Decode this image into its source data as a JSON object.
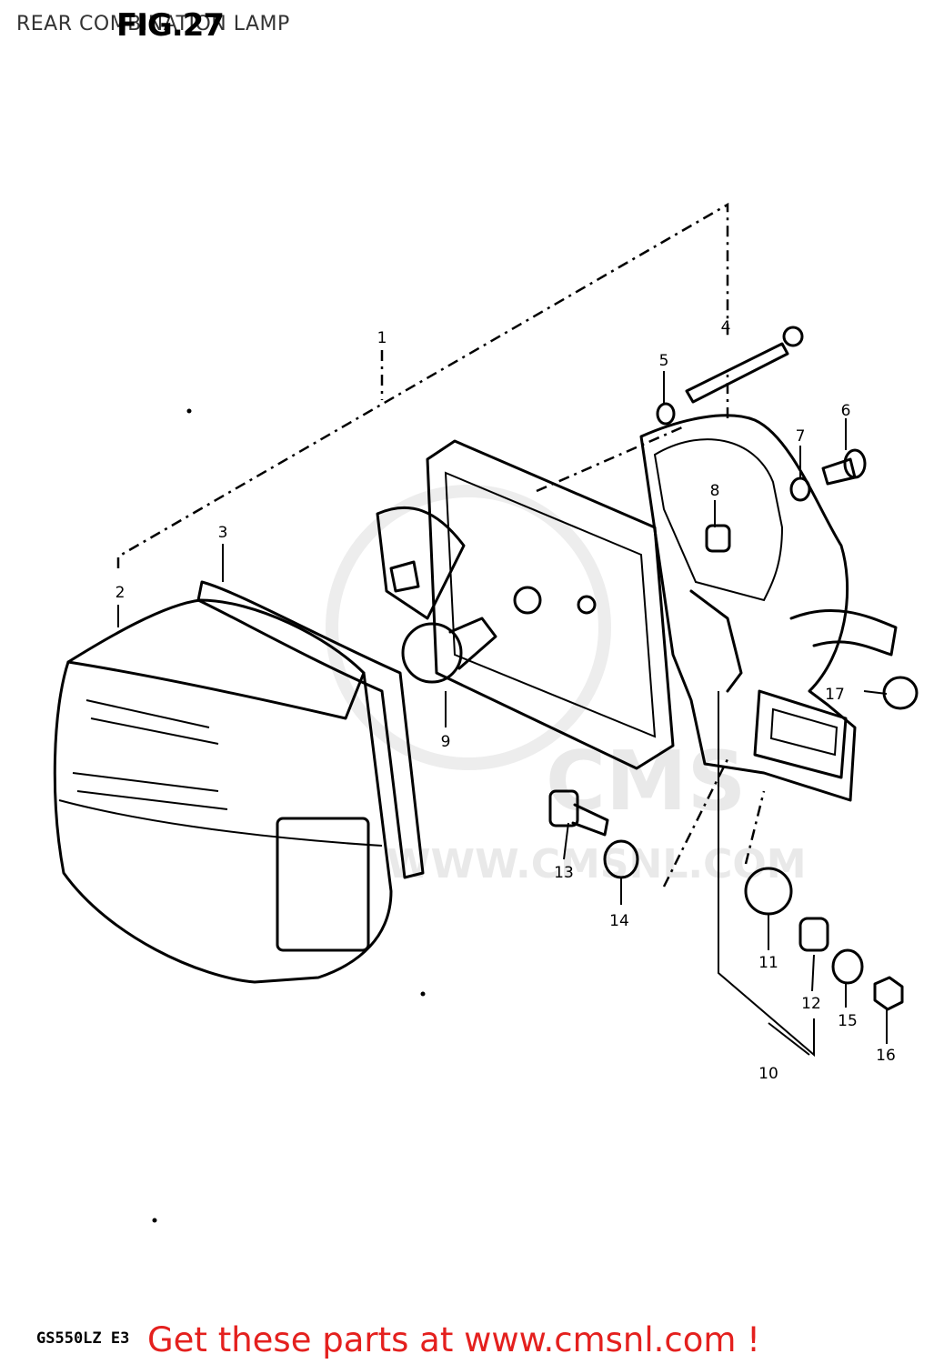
{
  "title": "REAR COMBINATION LAMP",
  "figure_label": "FIG.27",
  "model_code": "GS550LZ E3",
  "promo_text": "Get these parts at www.cmsnl.com !",
  "watermark": {
    "logo_text": "CMS",
    "url_text": "WWW.CMSNL.COM"
  },
  "colors": {
    "promo": "#e4201e",
    "ink": "#000000",
    "watermark": "#e9e9e9"
  },
  "parts": [
    {
      "number": "1"
    },
    {
      "number": "2"
    },
    {
      "number": "3"
    },
    {
      "number": "4"
    },
    {
      "number": "5"
    },
    {
      "number": "6"
    },
    {
      "number": "7"
    },
    {
      "number": "8"
    },
    {
      "number": "9"
    },
    {
      "number": "10"
    },
    {
      "number": "11"
    },
    {
      "number": "12"
    },
    {
      "number": "13"
    },
    {
      "number": "14"
    },
    {
      "number": "15"
    },
    {
      "number": "16"
    },
    {
      "number": "17"
    }
  ]
}
